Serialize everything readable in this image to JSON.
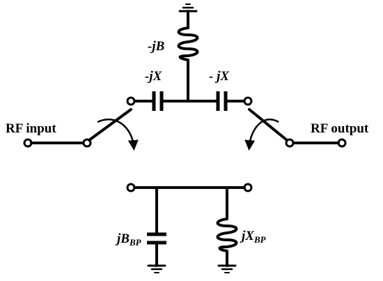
{
  "labels": {
    "shunt_inductor_top": "-jB",
    "series_cap_left": "-jX",
    "series_cap_right": "- jX",
    "rf_input": "RF input",
    "rf_output": "RF output",
    "bp_cap_main": "jB",
    "bp_cap_sub": "BP",
    "bp_ind_main": "jX",
    "bp_ind_sub": "BP"
  }
}
